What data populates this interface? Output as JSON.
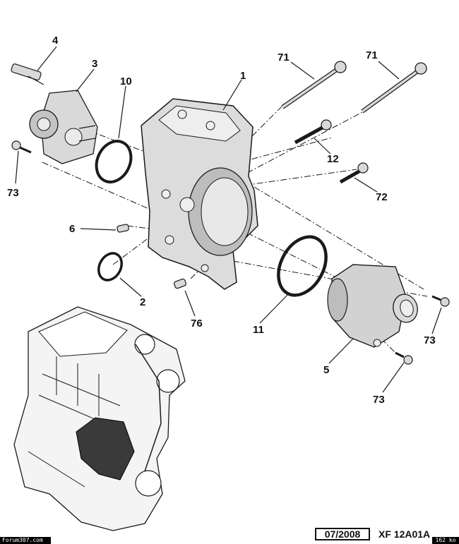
{
  "callouts": {
    "c1": "1",
    "c2": "2",
    "c3": "3",
    "c4": "4",
    "c5": "5",
    "c6": "6",
    "c10": "10",
    "c11": "11",
    "c12": "12",
    "c71a": "71",
    "c71b": "71",
    "c72": "72",
    "c73a": "73",
    "c73b": "73",
    "c73c": "73",
    "c76": "76"
  },
  "footer": {
    "date": "07/2008",
    "reference": "XF 12A01A"
  },
  "watermarks": {
    "left": "Forum307.com",
    "right": "162 ko"
  },
  "colors": {
    "line": "#1a1a1a",
    "part_fill": "#d9d9d9",
    "engine_fill": "#f4f4f4",
    "highlight": "#3a3a3a"
  }
}
